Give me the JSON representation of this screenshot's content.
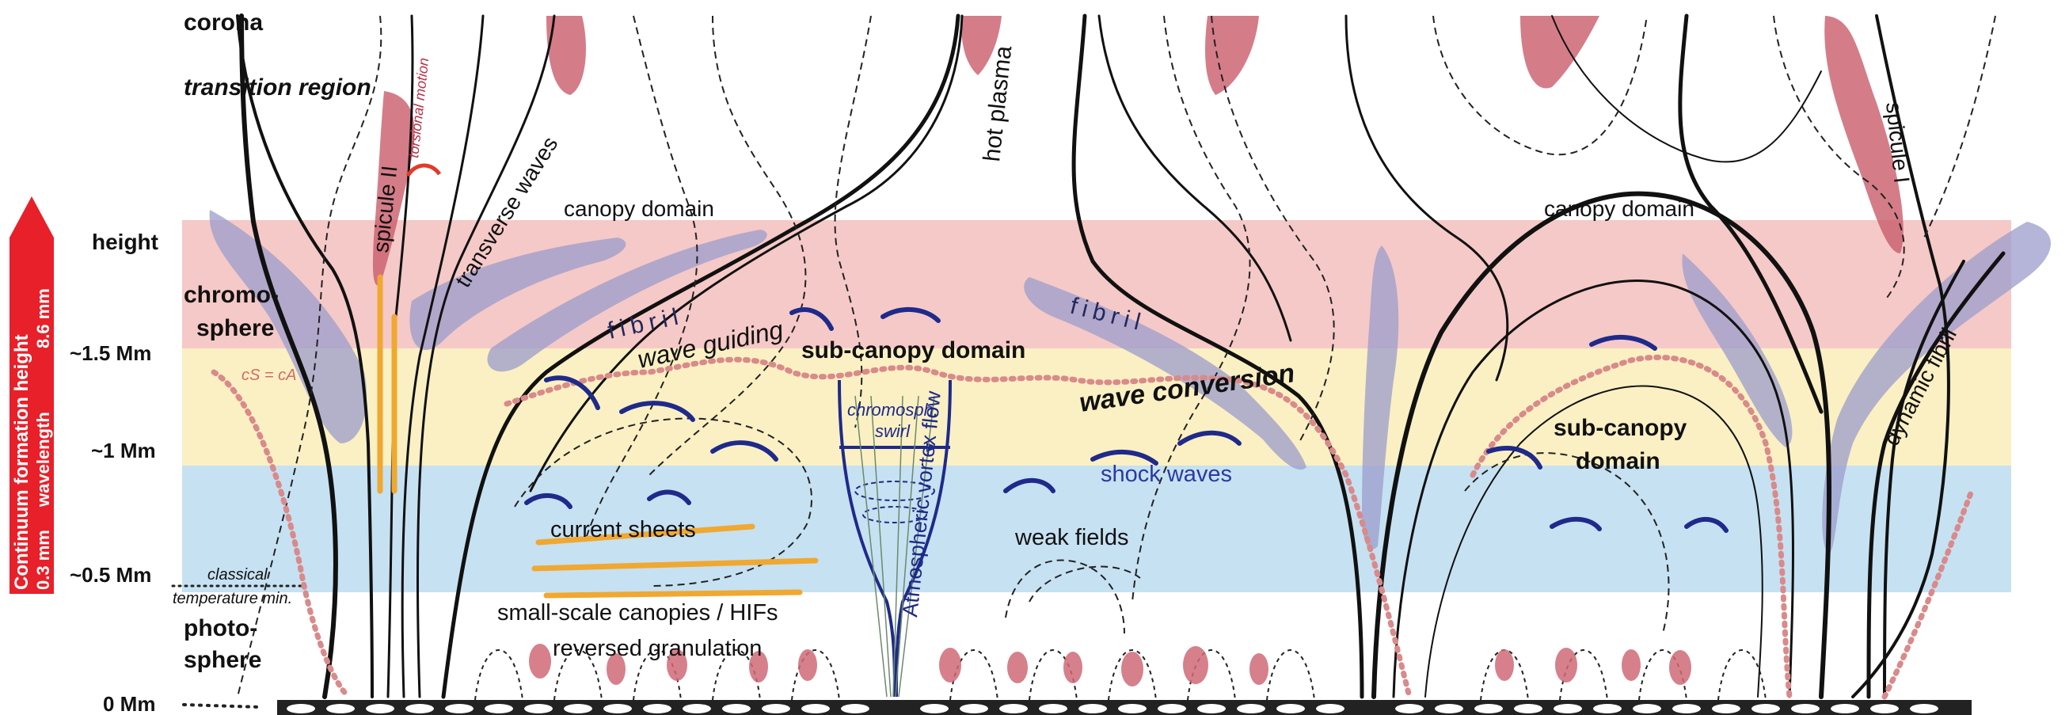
{
  "left_axis": {
    "arrow_label_line1": "Continuum formation height",
    "arrow_label_line2a": "0.3 mm",
    "arrow_label_line2b": "wavelength",
    "arrow_label_line2c": "8.6 mm",
    "height_label": "height",
    "ticks": [
      "~1.5 Mm",
      "~1 Mm",
      "~0.5 Mm",
      "0 Mm"
    ]
  },
  "layers": {
    "corona": "corona",
    "transition_region": "transition region",
    "chromosphere_line1": "chromo-",
    "chromosphere_line2": "sphere",
    "photosphere_line1": "photo-",
    "photosphere_line2": "sphere",
    "classical_tmin_line1": "classical",
    "classical_tmin_line2": "temperature min."
  },
  "annotations": {
    "torsional_motion": "torsional motion",
    "spicule_ii": "spicule II",
    "transverse_waves": "transverse waves",
    "canopy_domain_left": "canopy domain",
    "fibril_left": "fibril",
    "wave_guiding": "wave guiding",
    "sub_canopy_domain_center": "sub-canopy domain",
    "cs_ca": "cS = cA",
    "hot_plasma": "hot plasma",
    "fibril_right": "fibril",
    "wave_conversion": "wave conversion",
    "chromosph_swirl_line1": "chromosph.",
    "chromosph_swirl_line2": "swirl",
    "atmospheric_vortex_flow": "Atmospheric vortex flow",
    "shock_waves": "shock waves",
    "current_sheets": "current sheets",
    "weak_fields": "weak fields",
    "small_scale_canopies": "small-scale canopies / HIFs",
    "reversed_granulation": "reversed granulation",
    "canopy_domain_right": "canopy domain",
    "sub_canopy_right_line1": "sub-canopy",
    "sub_canopy_right_line2": "domain",
    "spicule_i": "spicule I",
    "dynamic_fibril": "dynamic fibril"
  },
  "colors": {
    "chromosphere_band": "#f5c9c7",
    "middle_band": "#fbf0c3",
    "lower_band": "#c6e1f2",
    "arrow_red": "#e8202a",
    "fibril_purple": "#9b9ccc",
    "spicule_red": "#c95c6c",
    "wave_blue": "#1f2a8a",
    "current_sheet_orange": "#f0a830",
    "cs_ca_dotted": "#d98a8a"
  }
}
